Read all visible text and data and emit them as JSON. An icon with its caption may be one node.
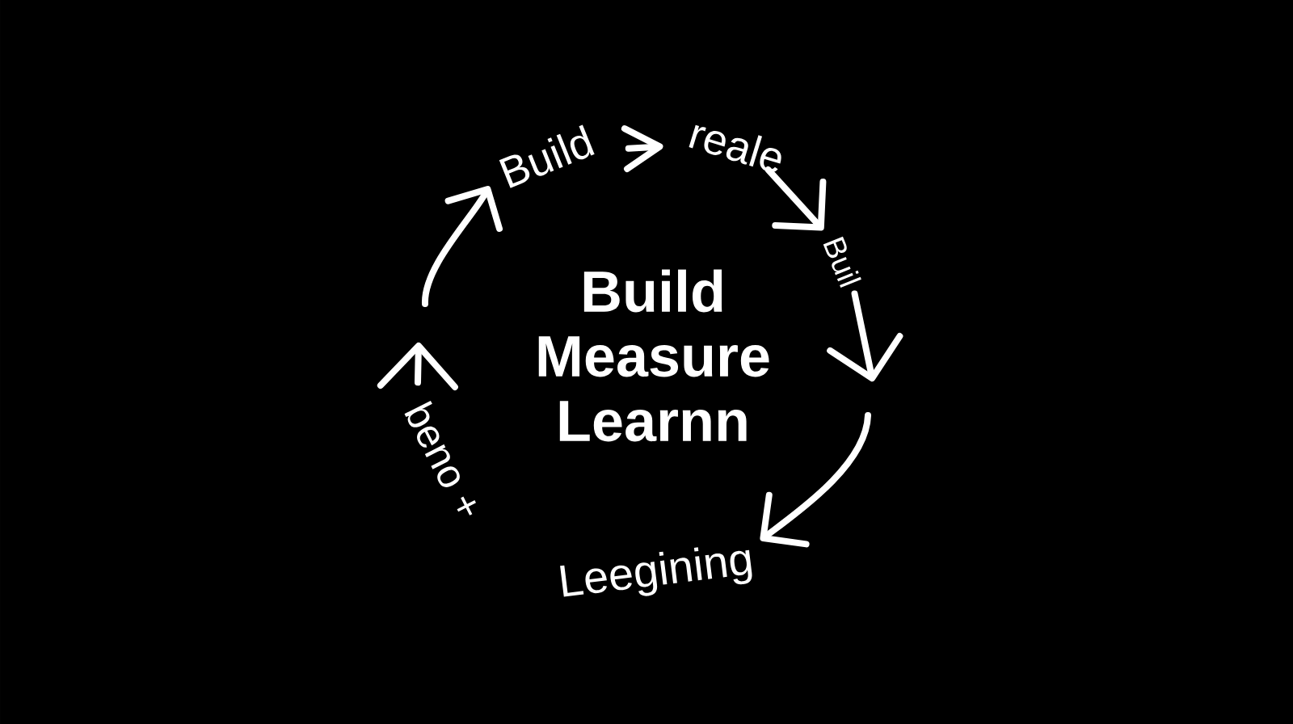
{
  "diagram": {
    "title": "Build Measure Learnn",
    "nodes": [
      {
        "text": [
          "Build"
        ]
      },
      {
        "text": [
          "reale"
        ]
      },
      {
        "text": [
          "Buil"
        ]
      },
      {
        "text": [
          "Leegining"
        ]
      },
      {
        "text": [
          "beno +"
        ]
      }
    ],
    "edges": [
      {
        "from": 0,
        "to": 1,
        "arrow": "to"
      },
      {
        "from": 1,
        "to": 2,
        "arrow": "to"
      },
      {
        "from": 2,
        "to": null,
        "arrow": "to"
      },
      {
        "from": null,
        "to": 3,
        "arrow": "to"
      },
      {
        "from": 4,
        "to": null,
        "arrow": "to"
      },
      {
        "from": null,
        "to": 0,
        "arrow": "to"
      }
    ]
  }
}
